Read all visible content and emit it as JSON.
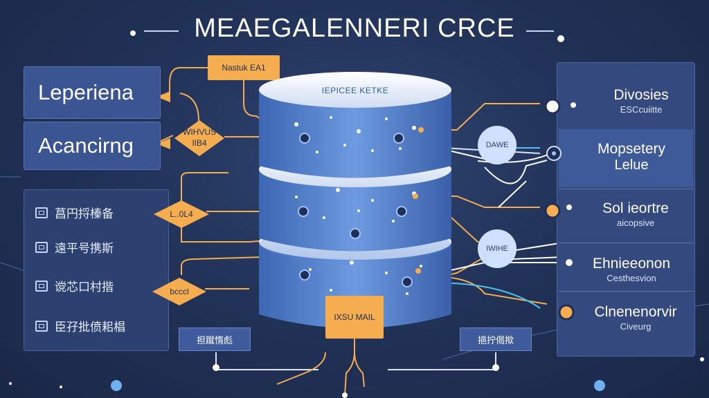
{
  "title": "MEAEGALENNERI CRCE",
  "left_panels": [
    "Leperiena",
    "Acancirng"
  ],
  "left_list": [
    "菖円捋榛备",
    "遠平号携斯",
    "谠芯口村揩",
    "臣孖批偾耜椙"
  ],
  "cylinder": {
    "top_label": "IEPICEE KETKE",
    "bottom_box": "IXSU MAIL"
  },
  "callouts": {
    "top_box": "Nastuk EA1",
    "diamond_1": [
      "WIHVUS",
      "IIB4"
    ],
    "diamond_2": "L..0L4",
    "diamond_3": "bcccl"
  },
  "bubbles": [
    "DAWE",
    "IWIHE"
  ],
  "bottom_tags": [
    "担蹴惰彪",
    "挹拧偈揿"
  ],
  "right_cards": [
    {
      "title": "Divosies",
      "sub": "ESCcuiitte"
    },
    {
      "title": "Mopsetery",
      "sub": "Lelue"
    },
    {
      "title": "Sol ieortre",
      "sub": "aicopsive"
    },
    {
      "title": "Ehnieeonon",
      "sub": "Cesthesvion"
    },
    {
      "title": "Clnenenorvir",
      "sub": "Civeurg"
    }
  ],
  "colors": {
    "background": "#223359",
    "panel": "#3b5592",
    "accent_orange": "#f5ad4f",
    "cylinder": "#4d78c4",
    "wire_white": "#ffffff"
  }
}
